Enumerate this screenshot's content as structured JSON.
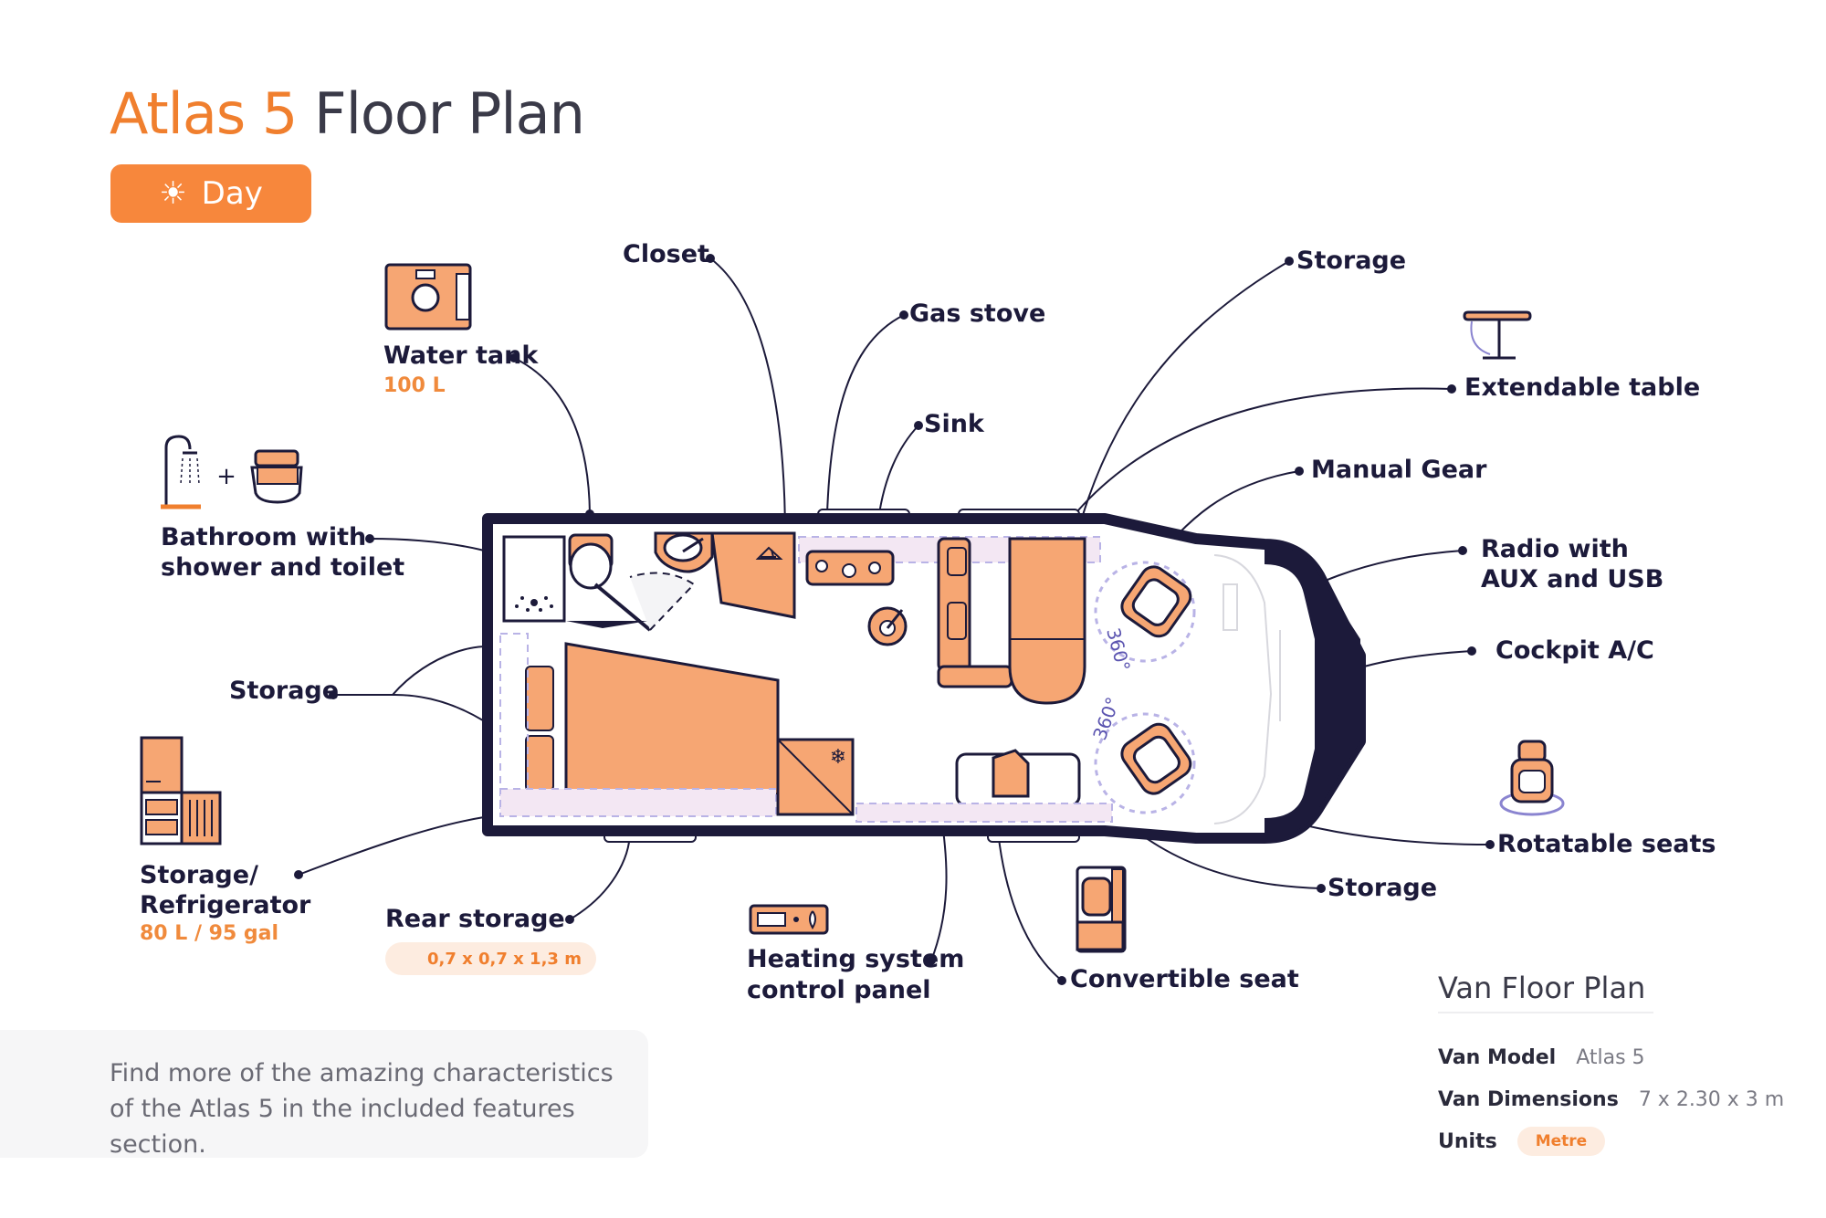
{
  "title": {
    "accent": "Atlas 5",
    "rest": "Floor Plan"
  },
  "mode_button": {
    "label": "Day",
    "icon": "sun-icon"
  },
  "labels": {
    "closet": "Closet",
    "gas_stove": "Gas stove",
    "sink": "Sink",
    "storage_top": "Storage",
    "extendable_table": "Extendable table",
    "manual_gear": "Manual Gear",
    "radio_1": "Radio with",
    "radio_2": "AUX and USB",
    "cockpit_ac": "Cockpit A/C",
    "rotatable_seats": "Rotatable seats",
    "storage_bottom_right": "Storage",
    "convertible_seat": "Convertible seat",
    "heating_1": "Heating system",
    "heating_2": "control panel",
    "rear_storage": "Rear storage",
    "rear_storage_dims": "0,7 x 0,7 x 1,3 m",
    "storage_fridge_1": "Storage/",
    "storage_fridge_2": "Refrigerator",
    "storage_fridge_capacity": "80 L / 95 gal",
    "storage_left": "Storage",
    "bathroom_1": "Bathroom with",
    "bathroom_2": "shower and toilet",
    "water_tank": "Water tank",
    "water_tank_capacity": "100 L",
    "rotate_360_a": "360°",
    "rotate_360_b": "360°"
  },
  "note": {
    "line1": "Find more of the amazing characteristics",
    "line2": "of the Atlas 5 in the included features section."
  },
  "info": {
    "title": "Van Floor Plan",
    "model_key": "Van Model",
    "model_val": "Atlas 5",
    "dims_key": "Van Dimensions",
    "dims_val": "7 x 2.30 x 3 m",
    "units_key": "Units",
    "units_val": "Metre"
  },
  "colors": {
    "accent": "#f07f2e",
    "fill": "#f6a673",
    "outline": "#1c1a3a",
    "dashed": "#b9b3e6"
  }
}
